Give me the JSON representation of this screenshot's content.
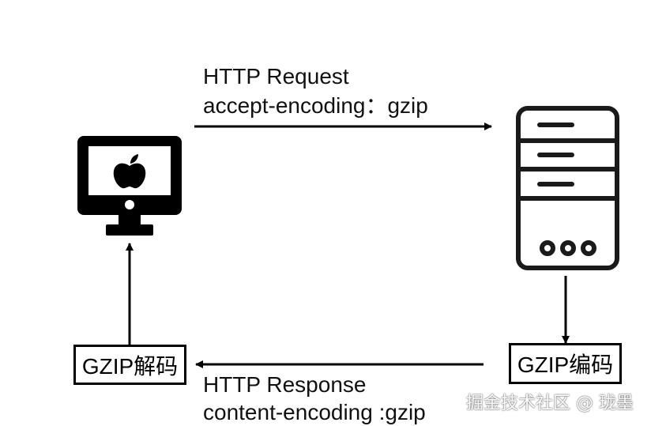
{
  "request": {
    "line1": "HTTP Request",
    "line2": "accept-encoding：gzip"
  },
  "response": {
    "line1": "HTTP Response",
    "line2": "content-encoding :gzip"
  },
  "client_box": {
    "label": "GZIP解码"
  },
  "server_box": {
    "label": "GZIP编码"
  },
  "watermark": "掘金技术社区 @ 珑墨",
  "icons": {
    "client": "imac-apple-icon",
    "server": "server-rack-icon"
  },
  "colors": {
    "stroke": "#000000",
    "background": "#ffffff"
  }
}
